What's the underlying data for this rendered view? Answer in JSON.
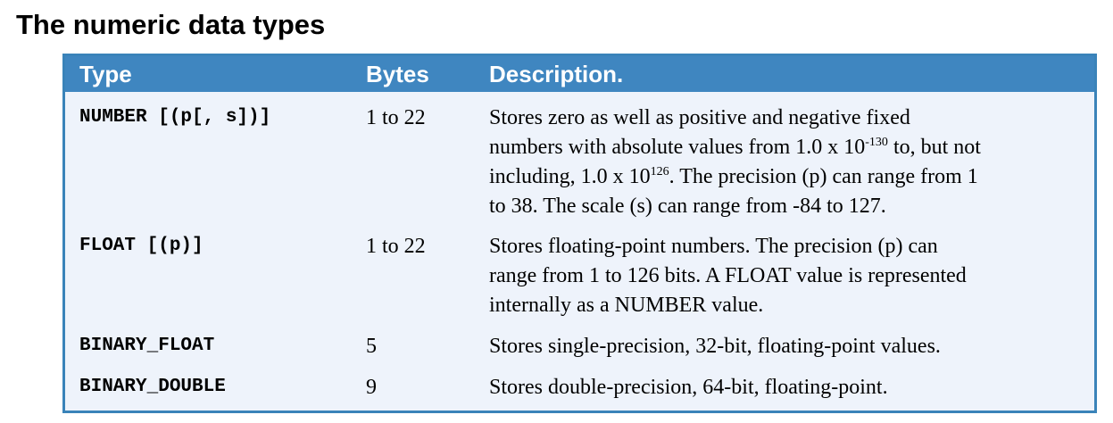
{
  "page": {
    "title": "The numeric data types"
  },
  "table": {
    "headers": {
      "type": "Type",
      "bytes": "Bytes",
      "description": "Description."
    },
    "rows": [
      {
        "type": "NUMBER [(p[, s])]",
        "bytes": "1 to 22",
        "desc": {
          "l1": "Stores zero as well as positive and negative fixed",
          "l2a": "numbers with absolute values from 1.0 x 10",
          "l2sup": "-130",
          "l2b": " to, but not",
          "l3a": "including, 1.0 x 10",
          "l3sup": "126",
          "l3b": ". The precision (p) can range from 1",
          "l4": "to 38. The scale (s) can range from -84 to 127."
        }
      },
      {
        "type": "FLOAT [(p)]",
        "bytes": "1 to 22",
        "desc": {
          "l1": "Stores floating-point numbers. The precision (p) can",
          "l2": "range from 1 to 126 bits. A FLOAT value is represented",
          "l3": "internally as a NUMBER value."
        }
      },
      {
        "type": "BINARY_FLOAT",
        "bytes": "5",
        "desc": {
          "l1": "Stores single-precision, 32-bit, floating-point values."
        }
      },
      {
        "type": "BINARY_DOUBLE",
        "bytes": "9",
        "desc": {
          "l1": "Stores double-precision, 64-bit, floating-point."
        }
      }
    ]
  }
}
